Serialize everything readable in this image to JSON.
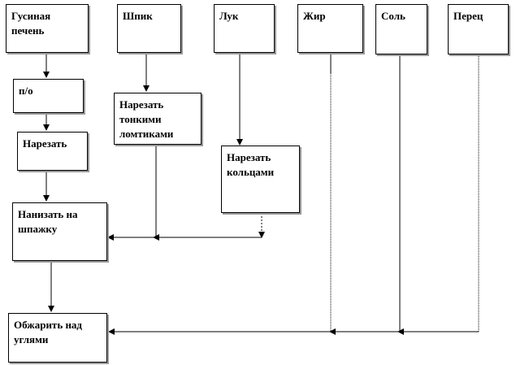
{
  "colors": {
    "stroke": "#000000",
    "shadow": "#9a9a9a",
    "background": "#ffffff"
  },
  "nodes": {
    "liver": "Гусиная\nпечень",
    "bacon": "Шпик",
    "onion": "Лук",
    "fat": "Жир",
    "salt": "Соль",
    "pepper": "Перец",
    "po": "п/о",
    "cut": "Нарезать",
    "cut_strips": "Нарезать\nтонкими\nломтиками",
    "cut_rings": "Нарезать\nкольцами",
    "skewer": "Нанизать на\nшпажку",
    "fry": "Обжарить над\nуглями"
  }
}
